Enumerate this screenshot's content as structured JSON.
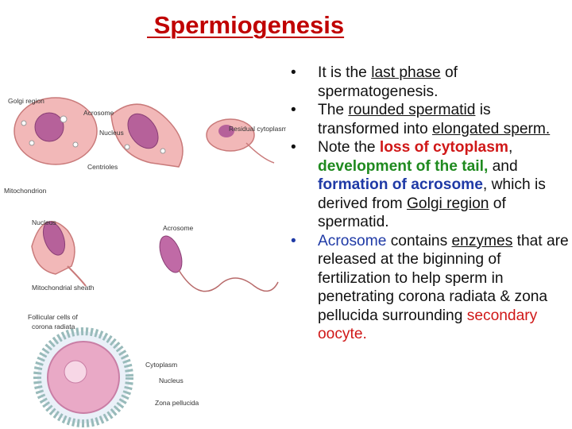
{
  "title": " Spermiogenesis",
  "bullet_char": "•",
  "bullets": {
    "b1": {
      "a": "It is the ",
      "b": "last phase",
      "c": " of spermatogenesis."
    },
    "b2": {
      "a": "The ",
      "b": "rounded spermatid",
      "c": " is transformed into ",
      "d": "elongated sperm."
    },
    "b3": {
      "a": "Note the ",
      "b": "loss of cytoplasm",
      "c": ", ",
      "d": "development of the tail,",
      "e": " and ",
      "f": "formation of acrosome",
      "g": ", which is derived from ",
      "h": "Golgi region",
      "i": " of spermatid."
    },
    "b4": {
      "a": "Acrosome",
      "b": " contains ",
      "c": "enzymes",
      "d": " that are released at the biginning of fertilization to help sperm in penetrating corona radiata & zona pellucida surrounding ",
      "e": "secondary oocyte."
    }
  },
  "figure_labels": {
    "golgi": "Golgi region",
    "acrosome1": "Acrosome",
    "nucleus1": "Nucleus",
    "residual": "Residual cytoplasm",
    "centrioles": "Centrioles",
    "mitochondrion": "Mitochondrion",
    "nucleus2": "Nucleus",
    "acrosome2": "Acrosome",
    "mito_sheath": "Mitochondrial sheath",
    "follicular": "Follicular cells of",
    "corona": "corona radiata",
    "cytoplasm": "Cytoplasm",
    "nucleus3": "Nucleus",
    "zona": "Zona pellucida"
  }
}
